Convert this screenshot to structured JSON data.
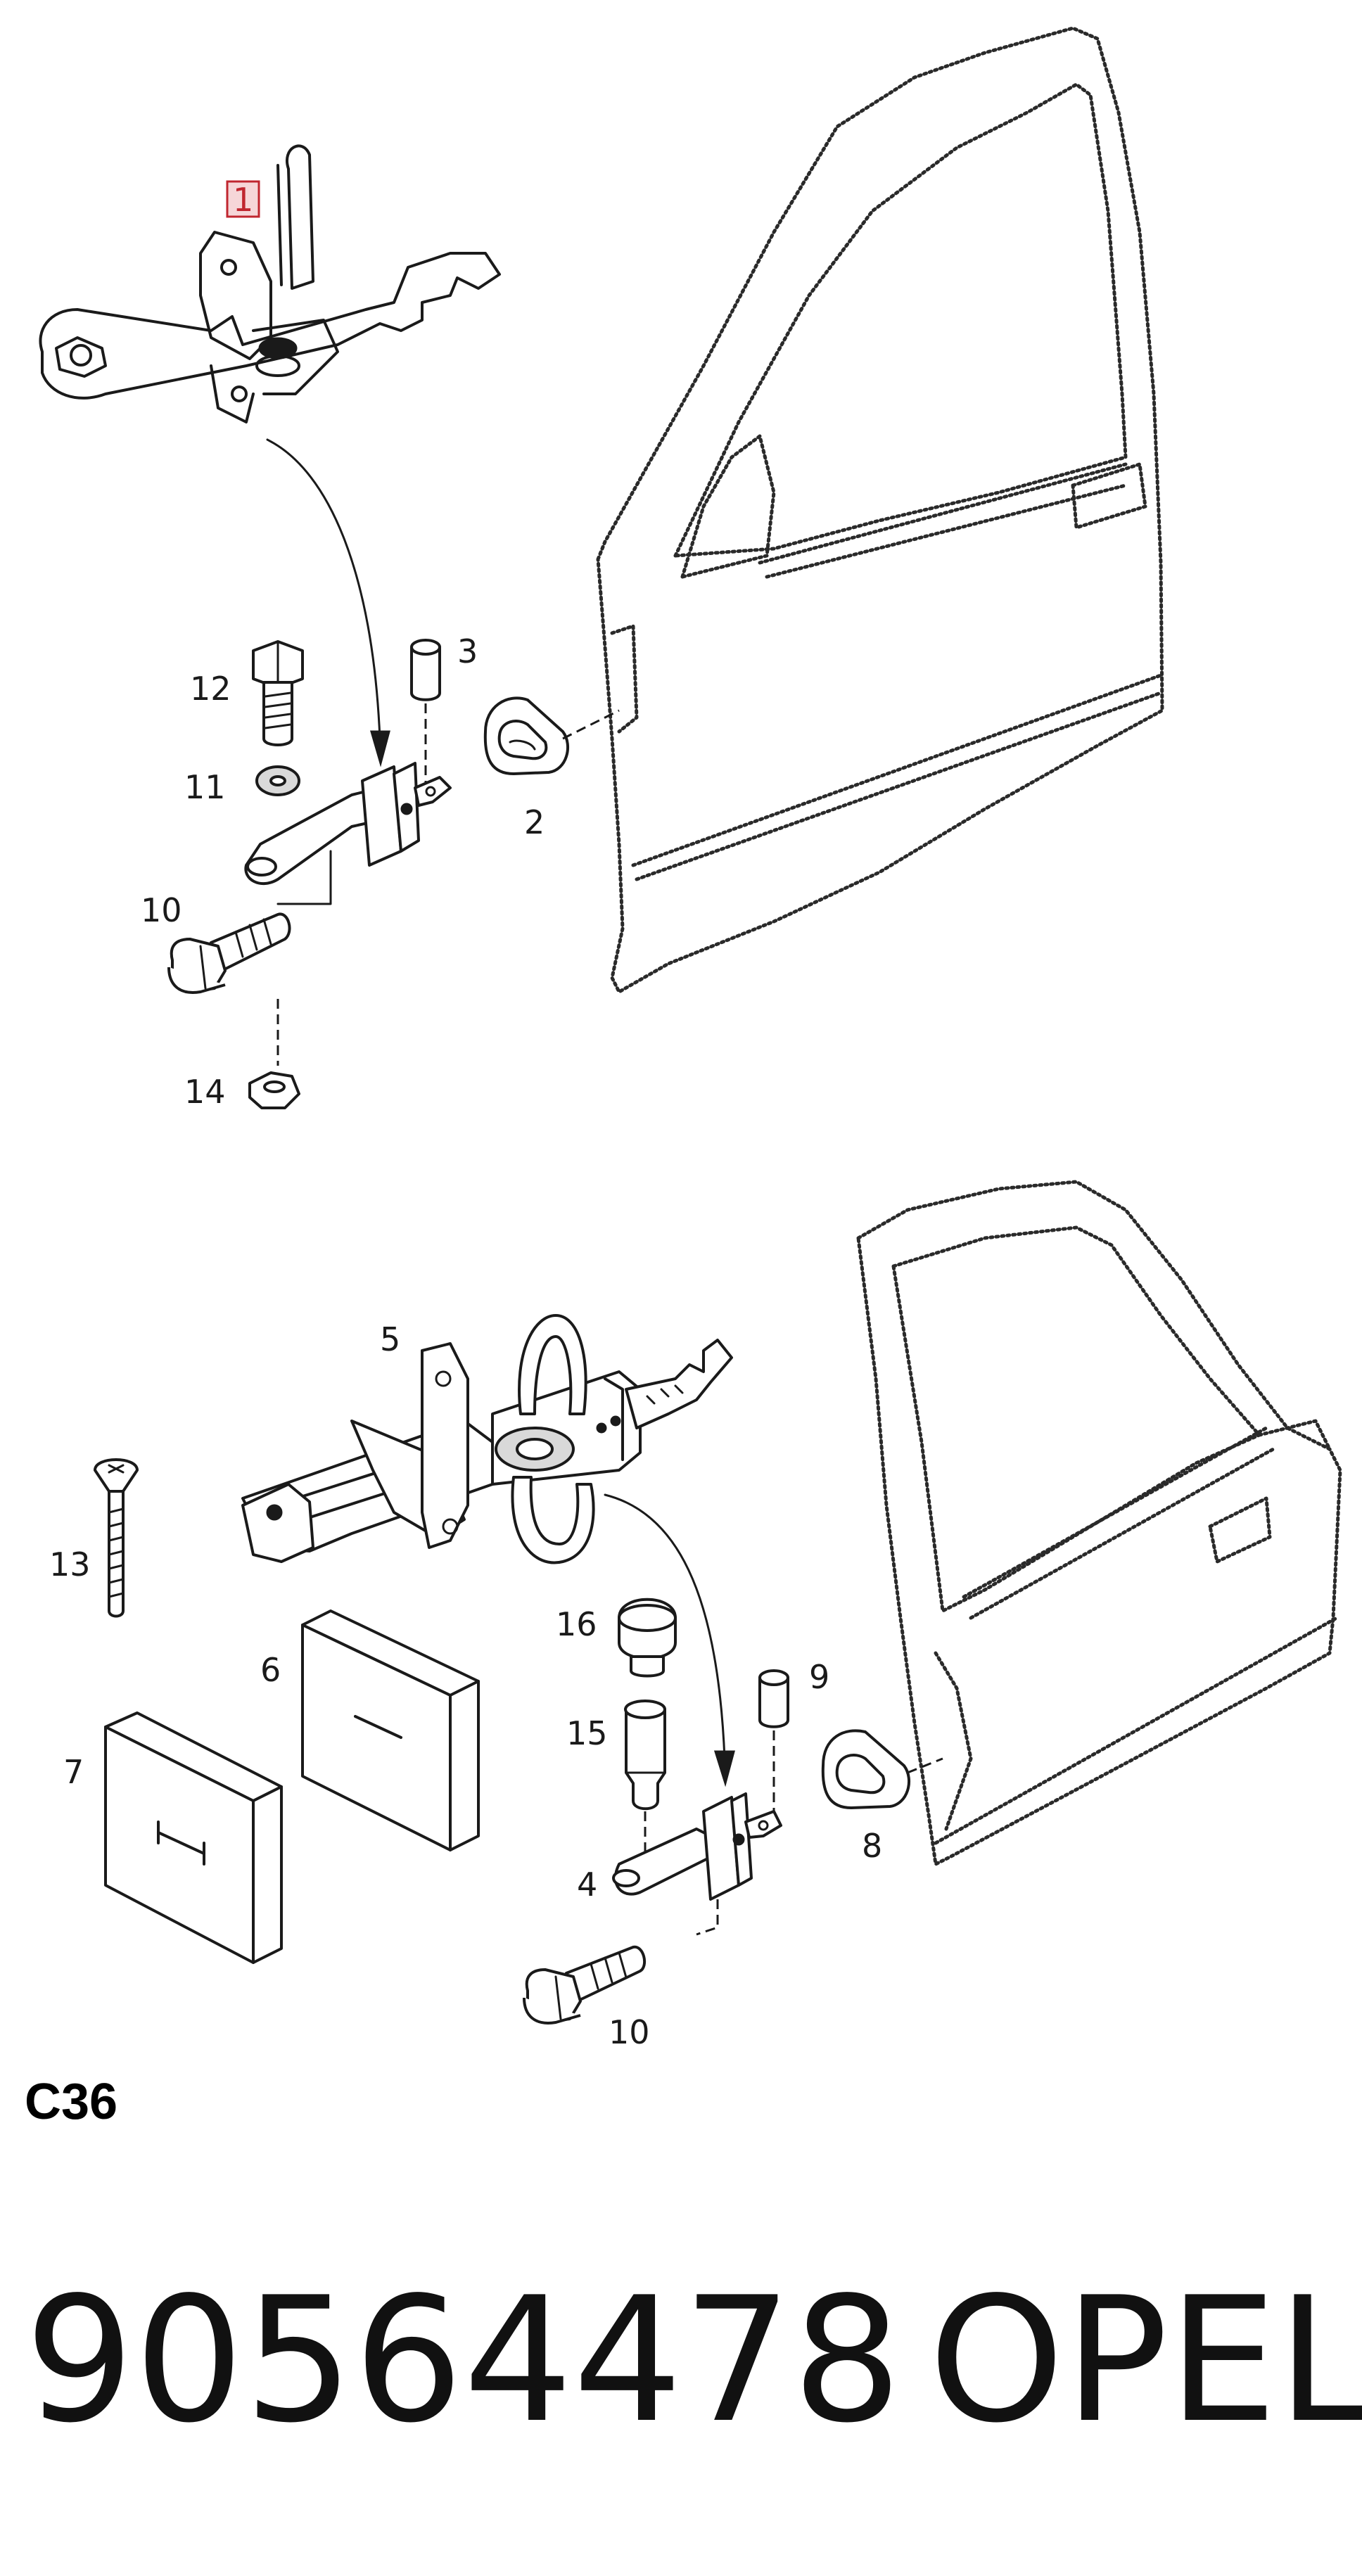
{
  "callouts": {
    "c1": "1",
    "c2": "2",
    "c3": "3",
    "c4": "4",
    "c5": "5",
    "c6": "6",
    "c7": "7",
    "c8": "8",
    "c9": "9",
    "c10_front": "10",
    "c10_rear": "10",
    "c11": "11",
    "c12": "12",
    "c13": "13",
    "c14": "14",
    "c15": "15",
    "c16": "16"
  },
  "section_code": "C36",
  "part_number": "90564478",
  "brand": "OPEL",
  "colors": {
    "highlight": "#c0262f",
    "highlight_bg": "#f6d6d8",
    "ink": "#1a1a1a"
  }
}
